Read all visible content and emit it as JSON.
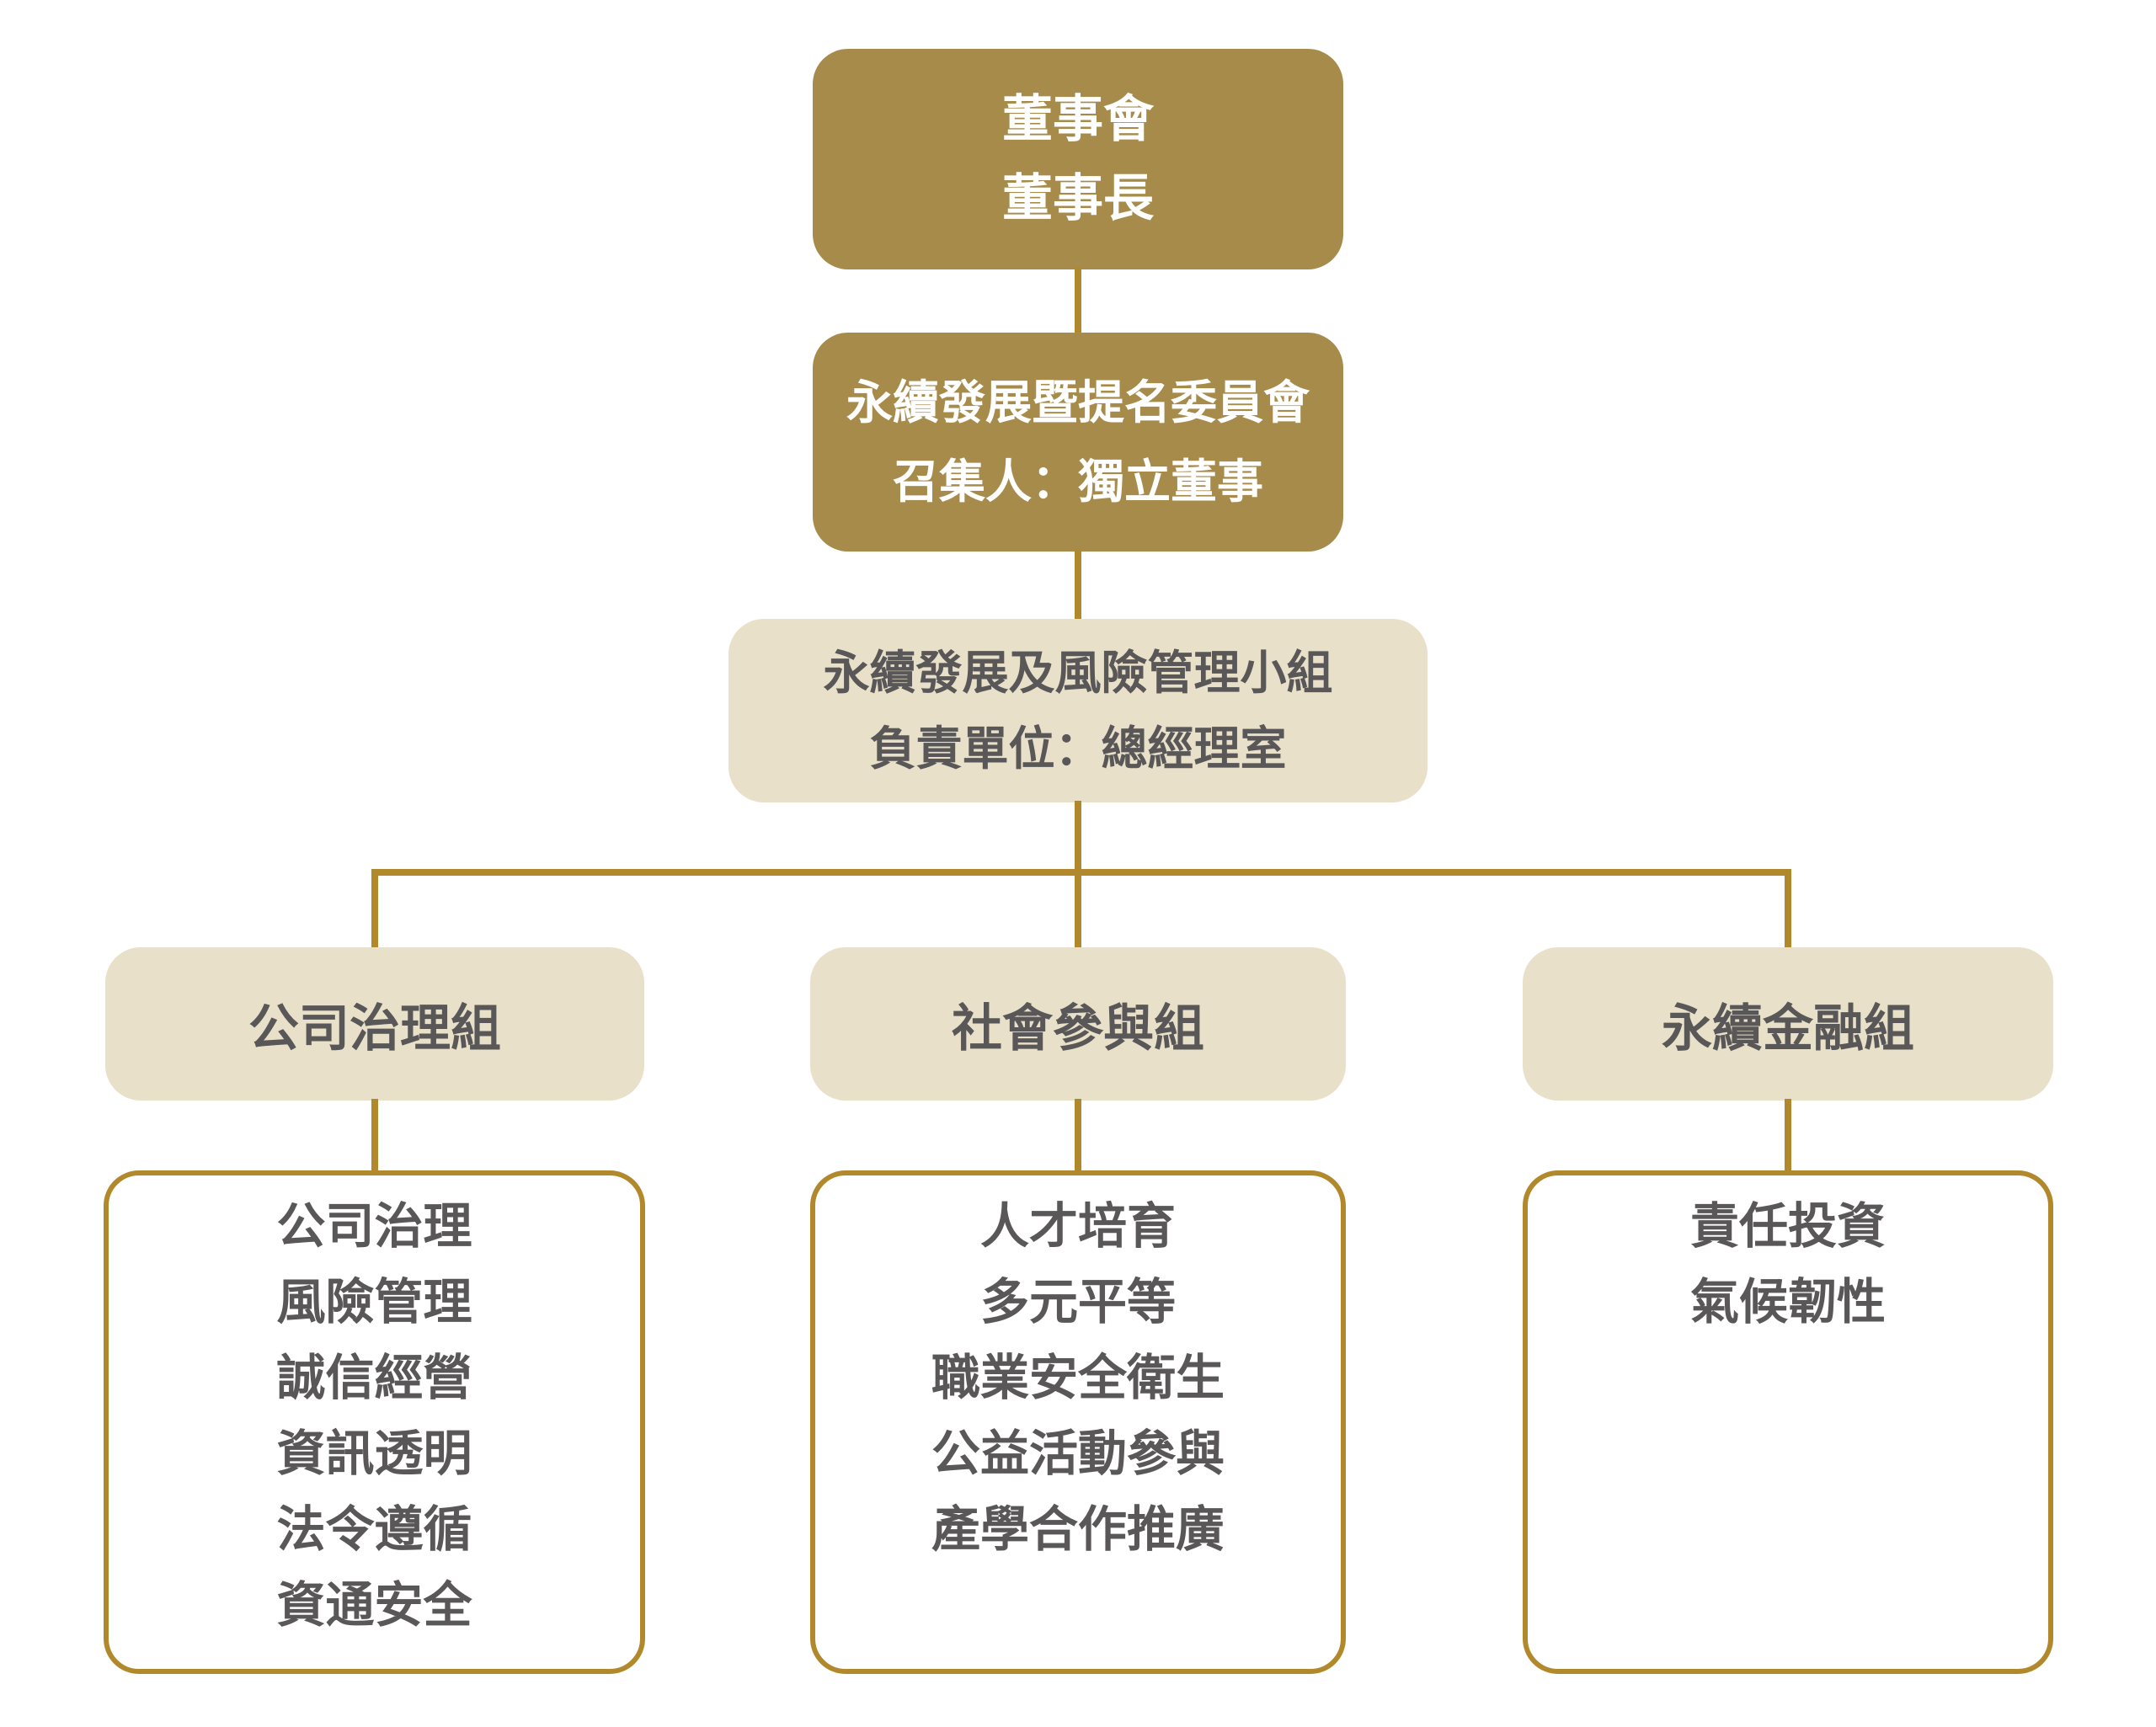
{
  "org_chart": {
    "board": {
      "line1": "董事會",
      "line2": "董事長"
    },
    "committee": {
      "line1": "永續發展暨提名委員會",
      "line2": "召集人：獨立董事"
    },
    "taskforce": {
      "line1": "永續發展及風險管理小組",
      "line2": "負責單位：總經理室"
    },
    "branches": [
      {
        "title": "公司治理組",
        "items": [
          "公司治理",
          "風險管理",
          "誠信經營",
          "資訊透明",
          "法令遵循",
          "資通安全"
        ]
      },
      {
        "title": "社會參與組",
        "items": [
          "人才培育",
          "多元平等",
          "職業安全衛生",
          "公益活動參與",
          "產學合作推廣"
        ]
      },
      {
        "title": "永續金融組",
        "items": [
          "責任投資",
          "氣候韌性"
        ]
      }
    ]
  },
  "colors": {
    "gold_box_fill": "#A68B4B",
    "beige_box_fill": "#E9E0CA",
    "connector_and_border_gold": "#B1892C",
    "dark_gray_text": "#595757",
    "white_text": "#FFFFFF",
    "background": "#FFFFFF"
  }
}
